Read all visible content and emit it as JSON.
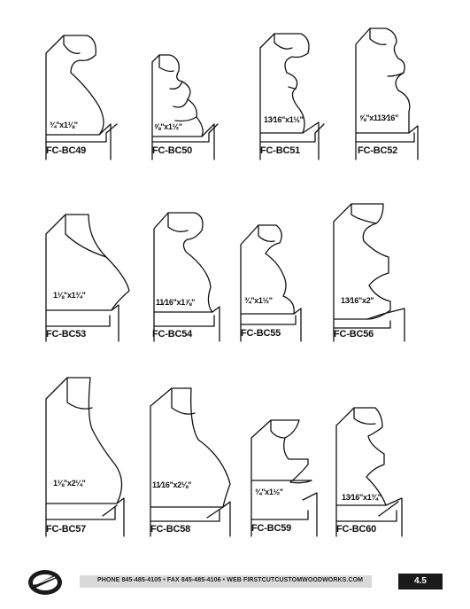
{
  "profiles": [
    {
      "code": "FC-BC49",
      "dim": "¾\"x1⅛\""
    },
    {
      "code": "FC-BC50",
      "dim": "⅝\"x1½\""
    },
    {
      "code": "FC-BC51",
      "dim": "13⁄16\"x1½\""
    },
    {
      "code": "FC-BC52",
      "dim": "⅝\"x113⁄16\""
    },
    {
      "code": "FC-BC53",
      "dim": "1⅛\"x1¾\""
    },
    {
      "code": "FC-BC54",
      "dim": "11⁄16\"x1⅞\""
    },
    {
      "code": "FC-BC55",
      "dim": "¾\"x1½\""
    },
    {
      "code": "FC-BC56",
      "dim": "13⁄16\"x2\""
    },
    {
      "code": "FC-BC57",
      "dim": "1⅛\"x2¼\""
    },
    {
      "code": "FC-BC58",
      "dim": "11⁄16\"x2⅛\""
    },
    {
      "code": "FC-BC59",
      "dim": "¾\"x1½\""
    },
    {
      "code": "FC-BC60",
      "dim": "13⁄16\"x1¾\""
    }
  ],
  "footer": {
    "contact": "PHONE 845-485-4105  •  FAX 845-485-4106  •  WEB FIRSTCUTCUSTOMWOODWORKS.COM",
    "page_number": "4.5",
    "logo_icon": "company-logo-icon"
  }
}
